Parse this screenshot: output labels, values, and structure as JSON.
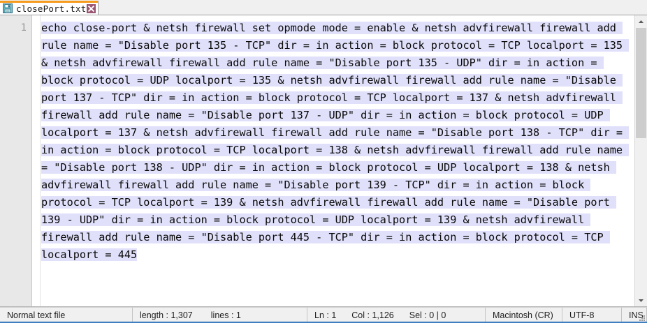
{
  "window": {
    "app": "Notepad++",
    "accent_orange": "#f59b1d",
    "selection_color": "#e0e0fa",
    "status_underline": "#3f7fbf"
  },
  "tabbar": {
    "tabs": [
      {
        "label": "closePort.txt",
        "icon": "save-floppy-icon",
        "close_icon": "close-x-icon",
        "active": true,
        "modified": false
      }
    ]
  },
  "editor": {
    "line_number": "1",
    "wrap": true,
    "all_selected": true,
    "content": "echo close-port & netsh firewall set opmode mode = enable & netsh advfirewall firewall add rule name = \"Disable port 135 - TCP\" dir = in action = block protocol = TCP localport = 135 & netsh advfirewall firewall add rule name = \"Disable port 135 - UDP\" dir = in action = block protocol = UDP localport = 135 & netsh advfirewall firewall add rule name = \"Disable port 137 - TCP\" dir = in action = block protocol = TCP localport = 137 & netsh advfirewall firewall add rule name = \"Disable port 137 - UDP\" dir = in action = block protocol = UDP localport = 137 & netsh advfirewall firewall add rule name = \"Disable port 138 - TCP\" dir = in action = block protocol = TCP localport = 138 & netsh advfirewall firewall add rule name = \"Disable port 138 - UDP\" dir = in action = block protocol = UDP localport = 138 & netsh advfirewall firewall add rule name = \"Disable port 139 - TCP\" dir = in action = block protocol = TCP localport = 139 & netsh advfirewall firewall add rule name = \"Disable port 139 - UDP\" dir = in action = block protocol = UDP localport = 139 & netsh advfirewall firewall add rule name = \"Disable port 445 - TCP\" dir = in action = block protocol = TCP localport = 445"
  },
  "scrollbar": {
    "up_arrow_icon": "chevron-up-icon",
    "down_arrow_icon": "chevron-down-icon"
  },
  "statusbar": {
    "doc_type": "Normal text file",
    "length_label": "length : 1,307",
    "lines_label": "lines : 1",
    "ln_label": "Ln : 1",
    "col_label": "Col : 1,126",
    "sel_label": "Sel : 0 | 0",
    "eol": "Macintosh (CR)",
    "encoding": "UTF-8",
    "insert_mode": "INS"
  }
}
